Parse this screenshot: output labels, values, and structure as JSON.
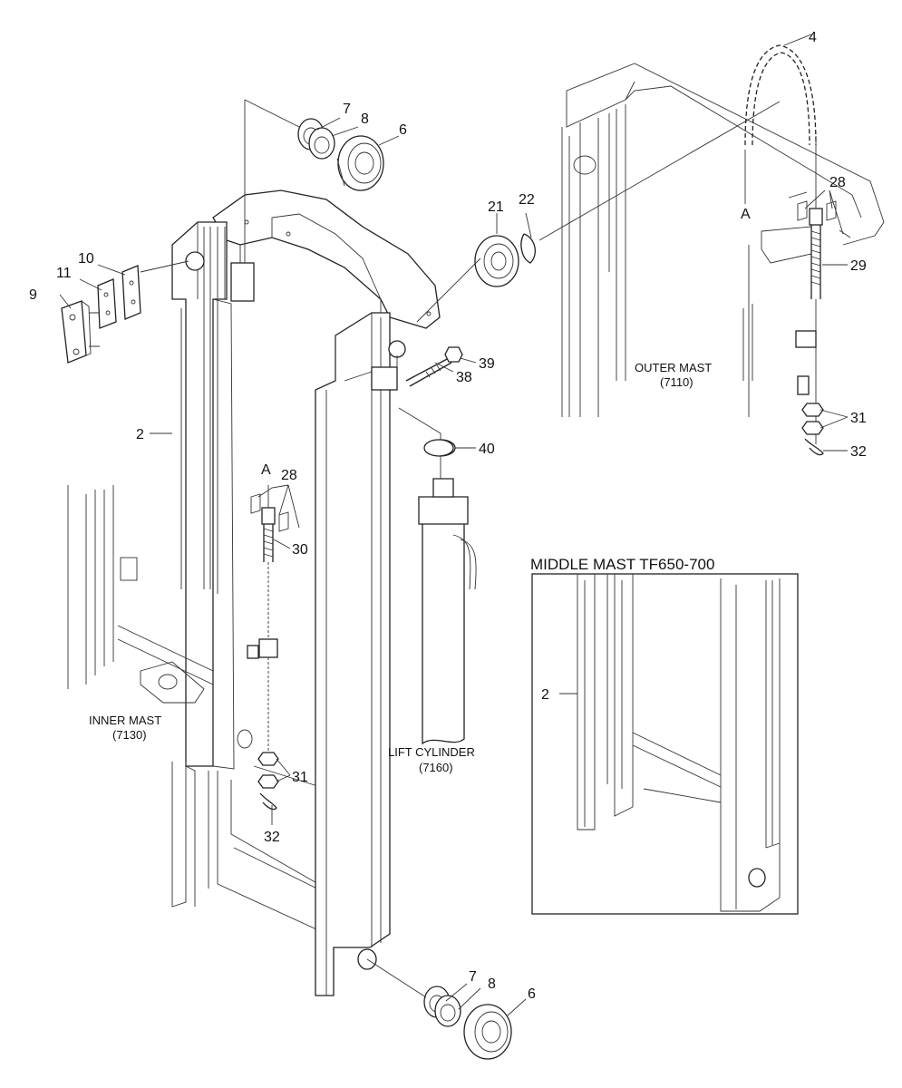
{
  "part_labels": {
    "p4": "4",
    "p7_top": "7",
    "p8_top": "8",
    "p6_top": "6",
    "p21": "21",
    "p22": "22",
    "pA_top": "A",
    "p28_top": "28",
    "p29": "29",
    "p10": "10",
    "p11": "11",
    "p9": "9",
    "p39": "39",
    "p38": "38",
    "p2": "2",
    "p40": "40",
    "p31_right": "31",
    "p32_right": "32",
    "pA_mid": "A",
    "p28_mid": "28",
    "p30": "30",
    "p31_mid": "31",
    "p32_mid": "32",
    "p2_inset": "2",
    "p7_bot": "7",
    "p8_bot": "8",
    "p6_bot": "6"
  },
  "captions": {
    "outer_mast": "OUTER MAST",
    "outer_mast_code": "(7110)",
    "inner_mast": "INNER MAST",
    "inner_mast_code": "(7130)",
    "lift_cylinder": "LIFT CYLINDER",
    "lift_cylinder_code": "(7160)",
    "inset_title": "MIDDLE MAST TF650-700"
  }
}
